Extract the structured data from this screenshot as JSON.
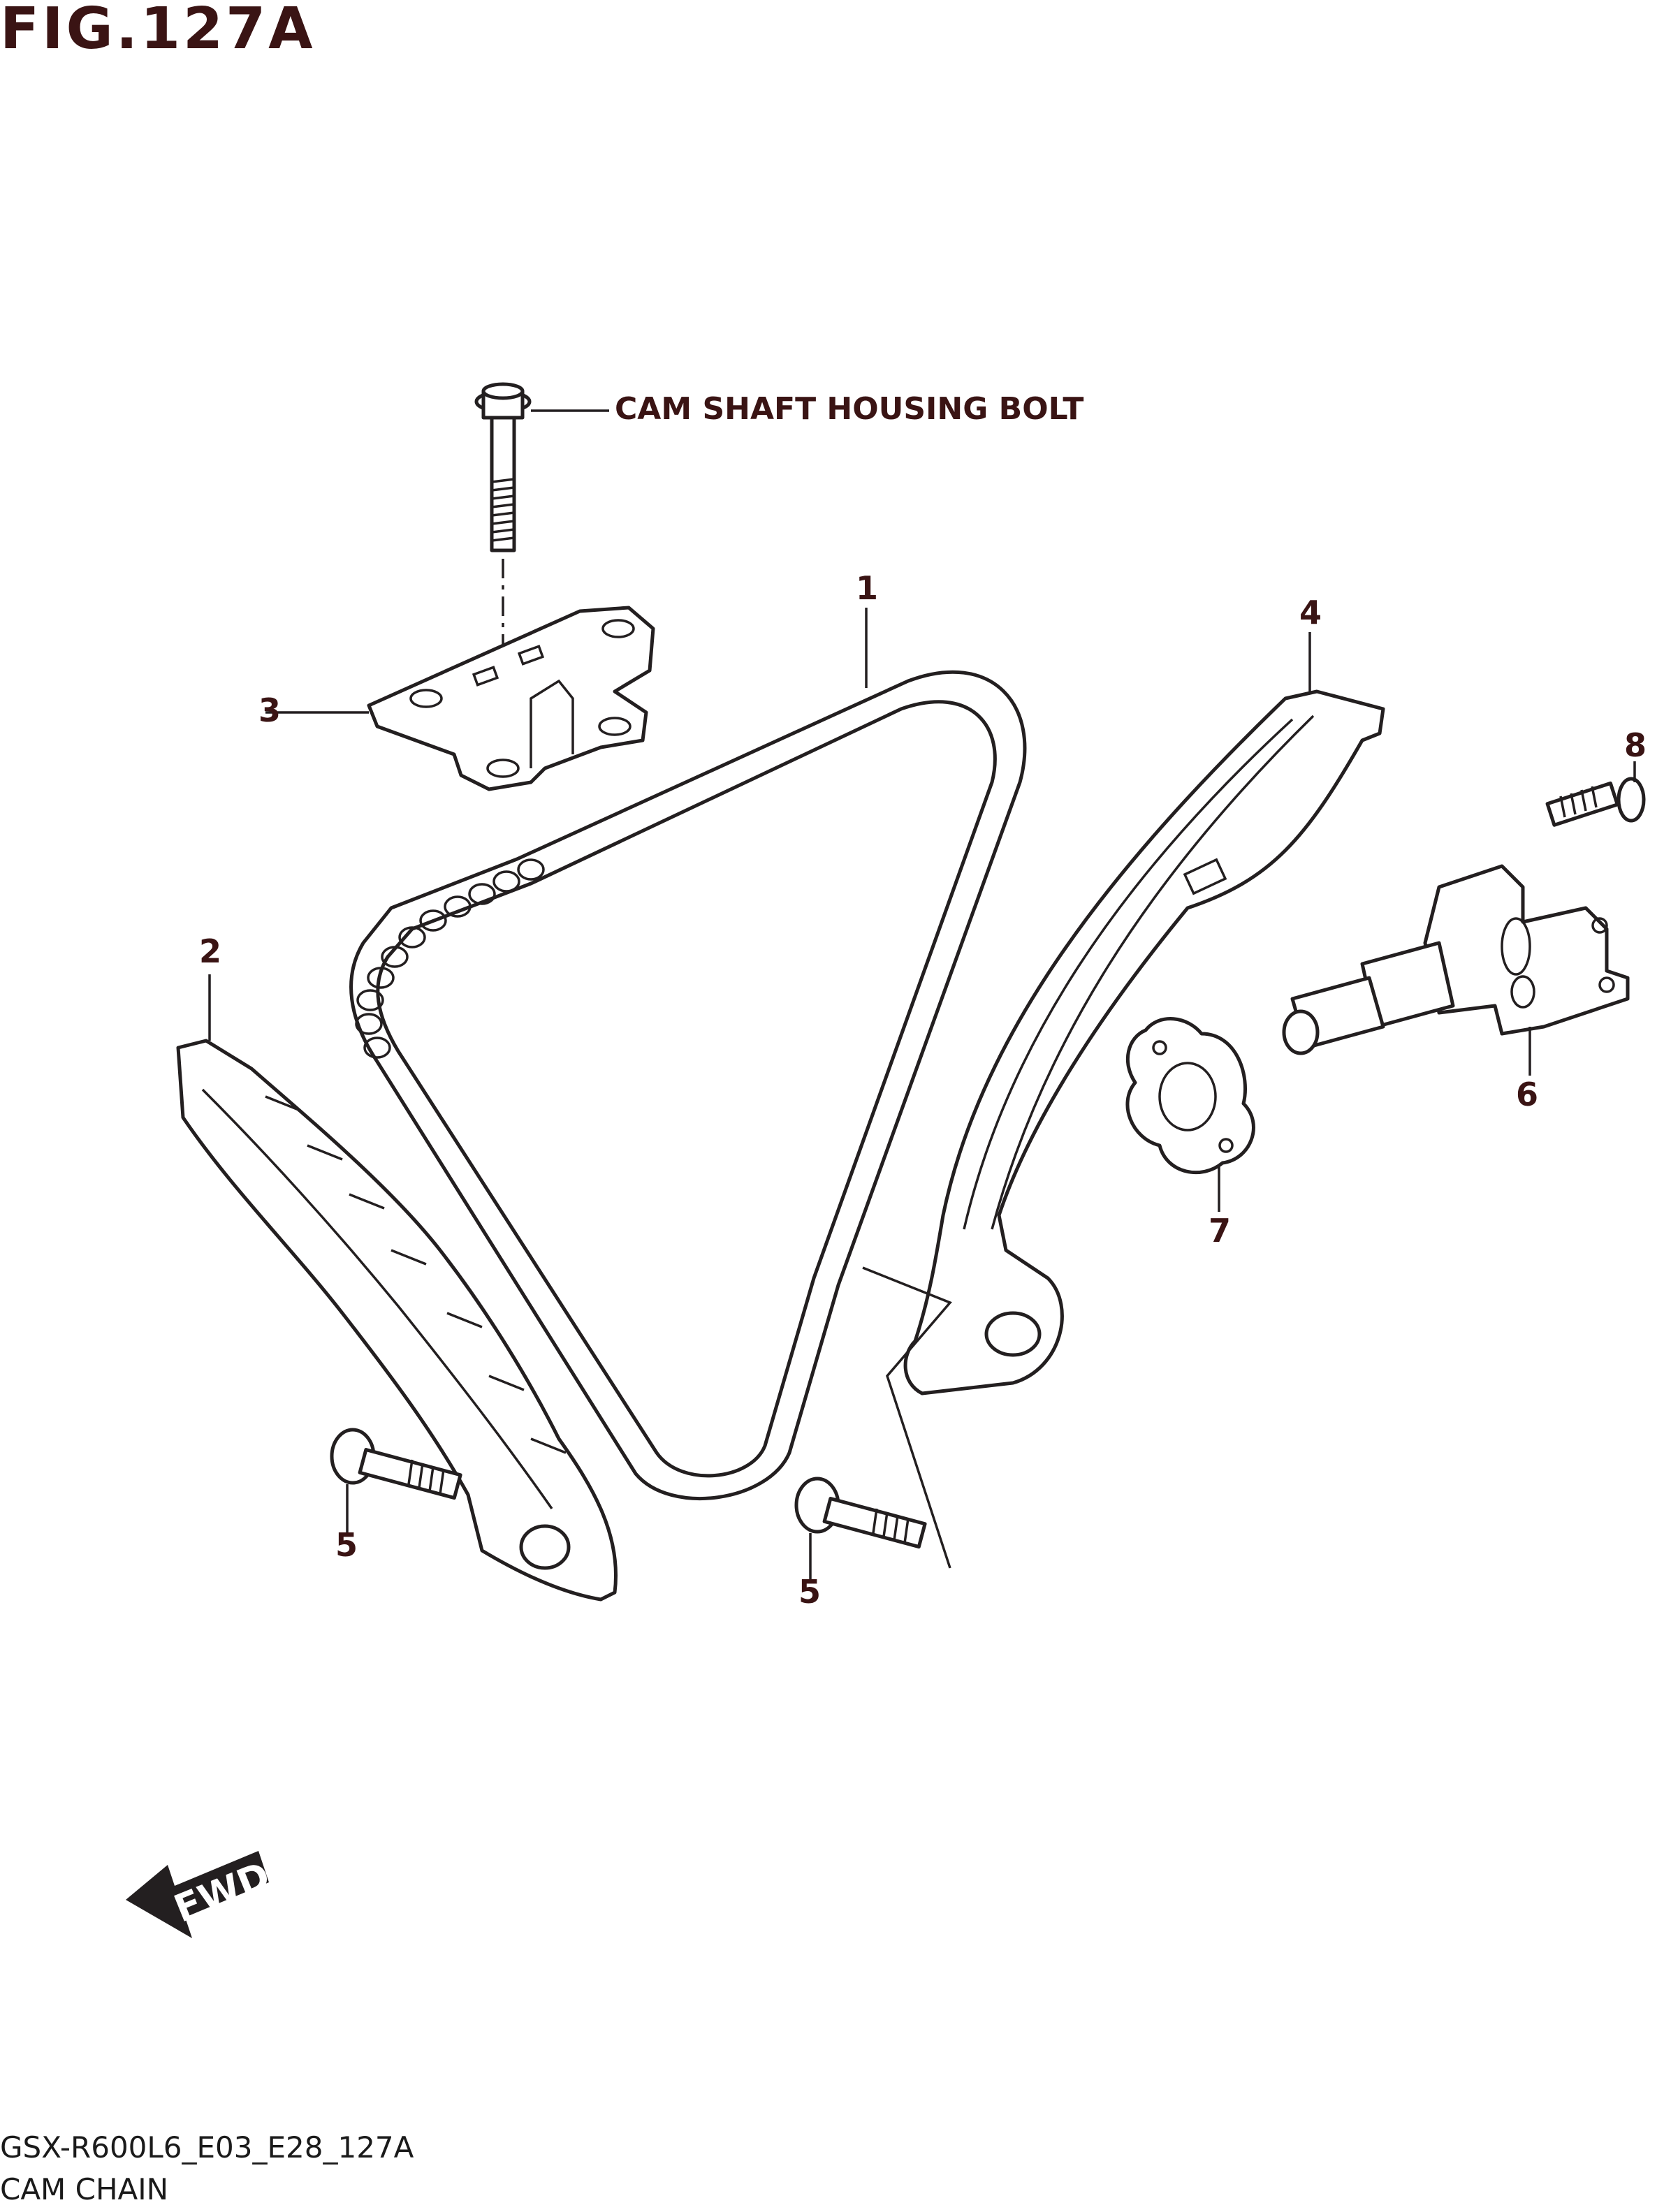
{
  "figure": {
    "title": "FIG.127A"
  },
  "labels": {
    "cam_shaft_housing_bolt": "CAM SHAFT HOUSING BOLT"
  },
  "callouts": {
    "part_1": "1",
    "part_2": "2",
    "part_3": "3",
    "part_4": "4",
    "part_5a": "5",
    "part_5b": "5",
    "part_6": "6",
    "part_7": "7",
    "part_8": "8"
  },
  "arrow": {
    "label": "FWD"
  },
  "footer": {
    "code": "GSX-R600L6_E03_E28_127A",
    "caption": "CAM CHAIN"
  },
  "colors": {
    "ink": "#231f20",
    "title": "#3a1414"
  }
}
